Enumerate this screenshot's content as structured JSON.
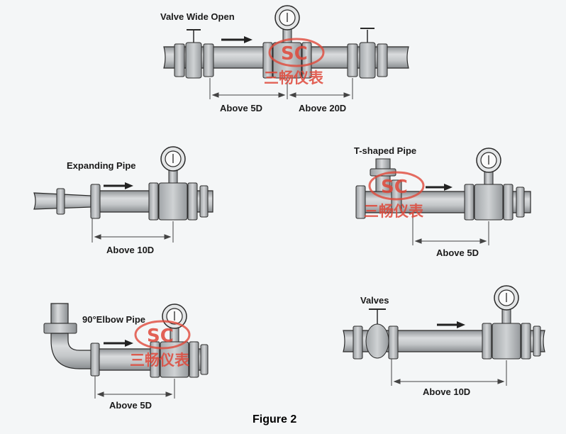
{
  "labels": {
    "valve_wide_open": "Valve Wide Open",
    "above_5d": "Above 5D",
    "above_20d": "Above 20D",
    "expanding_pipe": "Expanding Pipe",
    "above_10d": "Above 10D",
    "t_shaped_pipe": "T-shaped Pipe",
    "elbow_pipe": "90°Elbow Pipe",
    "valves": "Valves"
  },
  "watermark": {
    "logo": "SC",
    "text": "三畅仪表"
  },
  "caption": "Figure 2",
  "colors": {
    "background": "#f4f6f7",
    "pipe": "#b5b8bb",
    "outline": "#2a2a2a",
    "watermark": "#e0483a"
  }
}
